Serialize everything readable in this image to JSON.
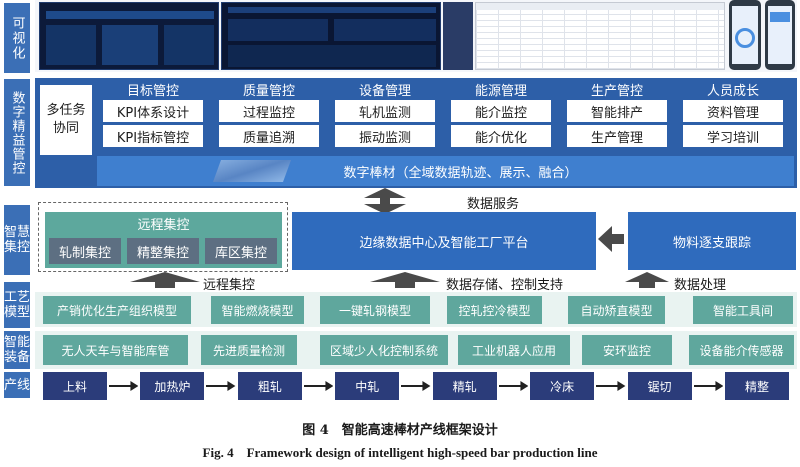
{
  "rows": {
    "visual": "可视化",
    "lean": "数字精益管控",
    "central": "智慧集控",
    "process_model": "工艺模型",
    "equipment": "智能装备",
    "line": "产线"
  },
  "lean_left": "多任务协同",
  "lean_groups": [
    {
      "title": "目标管控",
      "items": [
        "KPI体系设计",
        "KPI指标管控"
      ]
    },
    {
      "title": "质量管控",
      "items": [
        "过程监控",
        "质量追溯"
      ]
    },
    {
      "title": "设备管理",
      "items": [
        "轧机监测",
        "振动监测"
      ]
    },
    {
      "title": "能源管理",
      "items": [
        "能介监控",
        "能介优化"
      ]
    },
    {
      "title": "生产管控",
      "items": [
        "智能排产",
        "生产管理"
      ]
    },
    {
      "title": "人员成长",
      "items": [
        "资料管理",
        "学习培训"
      ]
    }
  ],
  "digital_bar": "数字棒材（全域数据轨迹、展示、融合）",
  "data_service": "数据服务",
  "remote": {
    "title": "远程集控",
    "items": [
      "轧制集控",
      "精整集控",
      "库区集控"
    ]
  },
  "edge_center": "边缘数据中心及智能工厂平台",
  "material_tracking": "物料逐支跟踪",
  "arrow_remote": "远程集控",
  "arrow_storage": "数据存储、控制支持",
  "arrow_process": "数据处理",
  "models": [
    "产销优化生产组织模型",
    "智能燃烧模型",
    "一键轧钢模型",
    "控轧控冷模型",
    "自动矫直模型",
    "智能工具间"
  ],
  "equipment_items": [
    "无人天车与智能库管",
    "先进质量检测",
    "区域少人化控制系统",
    "工业机器人应用",
    "安环监控",
    "设备能介传感器"
  ],
  "line_steps": [
    "上料",
    "加热炉",
    "粗轧",
    "中轧",
    "精轧",
    "冷床",
    "锯切",
    "精整"
  ],
  "caption_cn": "图 4　智能高速棒材产线框架设计",
  "caption_en": "Fig. 4　Framework design of intelligent high-speed bar production line"
}
